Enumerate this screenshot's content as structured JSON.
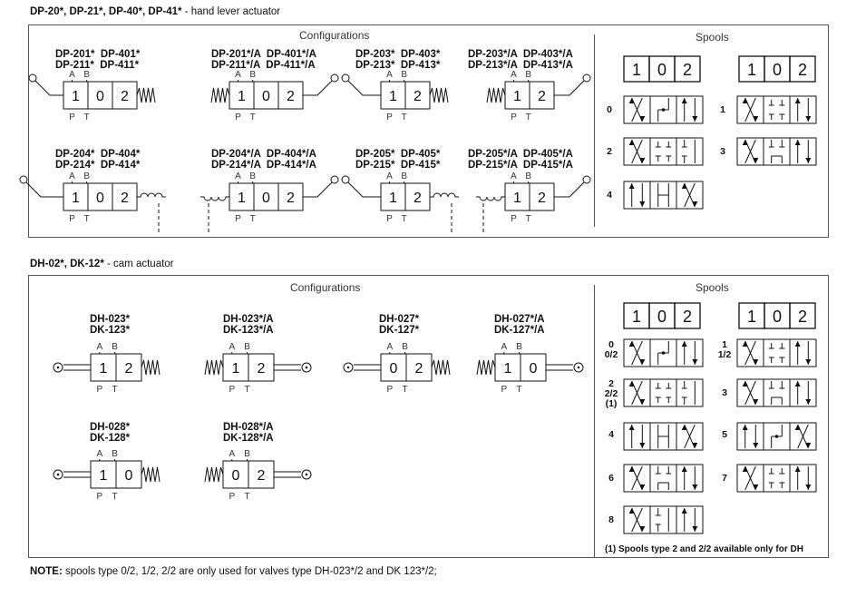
{
  "section1": {
    "title_bold": "DP-20*, DP-21*, DP-40*, DP-41*",
    "title_rest": " - hand lever actuator",
    "configurations_label": "Configurations",
    "spools_label": "Spools",
    "codes": [
      "DP-201*  DP-401*\nDP-211*  DP-411*",
      "DP-201*/A  DP-401*/A\nDP-211*/A  DP-411*/A",
      "DP-203*  DP-403*\nDP-213*  DP-413*",
      "DP-203*/A  DP-403*/A\nDP-213*/A  DP-413*/A",
      "DP-204*  DP-404*\nDP-214*  DP-414*",
      "DP-204*/A  DP-404*/A\nDP-214*/A  DP-414*/A",
      "DP-205*  DP-405*\nDP-215*  DP-415*",
      "DP-205*/A  DP-405*/A\nDP-215*/A  DP-415*/A"
    ],
    "valves": [
      [
        "1",
        "0",
        "2"
      ],
      [
        "1",
        "0",
        "2"
      ],
      [
        "1",
        "2"
      ],
      [
        "1",
        "2"
      ],
      [
        "1",
        "0",
        "2"
      ],
      [
        "1",
        "0",
        "2"
      ],
      [
        "1",
        "2"
      ],
      [
        "1",
        "2"
      ]
    ],
    "position_header": [
      "1",
      "0",
      "2"
    ],
    "spool_labels": [
      "0",
      "1",
      "2",
      "3",
      "4"
    ]
  },
  "section2": {
    "title_bold": "DH-02*, DK-12*",
    "title_rest": " - cam actuator",
    "configurations_label": "Configurations",
    "spools_label": "Spools",
    "codes": [
      "DH-023*\nDK-123*",
      "DH-023*/A\nDK-123*/A",
      "DH-027*\nDK-127*",
      "DH-027*/A\nDK-127*/A",
      "DH-028*\nDK-128*",
      "DH-028*/A\nDK-128*/A"
    ],
    "valves": [
      [
        "1",
        "2"
      ],
      [
        "1",
        "2"
      ],
      [
        "0",
        "2"
      ],
      [
        "1",
        "0"
      ],
      [
        "1",
        "0"
      ],
      [
        "0",
        "2"
      ]
    ],
    "position_header": [
      "1",
      "0",
      "2"
    ],
    "spool_labels": [
      "0\n0/2",
      "1\n1/2",
      "2\n2/2\n(1)",
      "3",
      "4",
      "5",
      "6",
      "7",
      "8"
    ],
    "footnote": "(1) Spools type 2 and 2/2 available only for DH"
  },
  "port_labels": {
    "a": "A",
    "b": "B",
    "p": "P",
    "t": "T"
  },
  "note": {
    "bold": "NOTE:",
    "rest": " spools type 0/2, 1/2, 2/2 are only used for valves type DH-023*/2 and DK 123*/2;"
  }
}
